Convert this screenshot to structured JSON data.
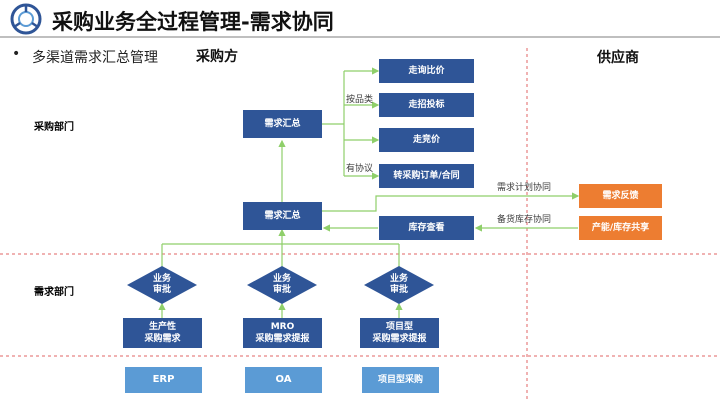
{
  "header": {
    "title": "采购业务全过程管理-需求协同"
  },
  "bullet": {
    "dot": "•",
    "text": "多渠道需求汇总管理"
  },
  "columns": {
    "buyer": "采购方",
    "supplier": "供应商"
  },
  "rows": {
    "purchasing_dept": "采购部门",
    "demand_dept": "需求部门"
  },
  "nodes": {
    "summary_top": "需求汇总",
    "summary_bottom": "需求汇总",
    "inquiry": "走询比价",
    "tender": "走招投标",
    "bidding": "走竞价",
    "to_order": "转采购订单/合同",
    "inventory_check": "库存查看",
    "feedback": "需求反馈",
    "capacity_share": "产能/库存共享"
  },
  "edge_labels": {
    "by_category": "按品类",
    "has_agreement": "有协议",
    "plan_collab": "需求计划协同",
    "stock_collab": "备货库存协同"
  },
  "approvals": [
    {
      "text": "业务\n审批"
    },
    {
      "text": "业务\n审批"
    },
    {
      "text": "业务\n审批"
    }
  ],
  "requests": {
    "production": "生产性\n采购需求",
    "mro": "MRO\n采购需求提报",
    "project": "项目型\n采购需求提报"
  },
  "systems": {
    "erp": "ERP",
    "oa": "OA",
    "project": "项目型采购"
  },
  "colors": {
    "dark_blue": "#2f5597",
    "orange": "#ed7d31",
    "light_blue": "#5b9bd5",
    "green_line": "#8fcf6a",
    "red_dash": "#e06666"
  }
}
